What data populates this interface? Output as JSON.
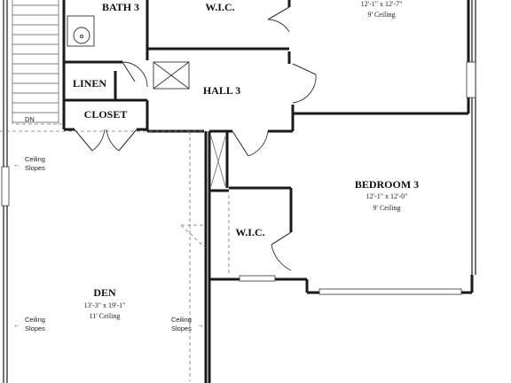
{
  "rooms": {
    "bath3": {
      "name": "BATH 3"
    },
    "wic_top": {
      "name": "W.I.C."
    },
    "bedroom_top": {
      "dims": "12'-1\" x 12'-7\"",
      "ceiling": "9' Ceiling"
    },
    "linen": {
      "name": "LINEN"
    },
    "hall3": {
      "name": "HALL 3"
    },
    "closet": {
      "name": "CLOSET"
    },
    "bedroom3": {
      "name": "BEDROOM 3",
      "dims": "12'-1\" x 12'-0\"",
      "ceiling": "9' Ceiling"
    },
    "wic_bottom": {
      "name": "W.I.C."
    },
    "den": {
      "name": "DEN",
      "dims": "13'-3\" x 19'-1\"",
      "ceiling": "11' Ceiling"
    }
  },
  "notes": {
    "stair_dn": "DN",
    "ceiling_slopes_1": {
      "line1": "Ceiling",
      "line2": "Slopes"
    },
    "ceiling_slopes_2": {
      "line1": "Ceiling",
      "line2": "Slopes"
    },
    "ceiling_slopes_3": {
      "line1": "Ceiling",
      "line2": "Slopes"
    }
  }
}
